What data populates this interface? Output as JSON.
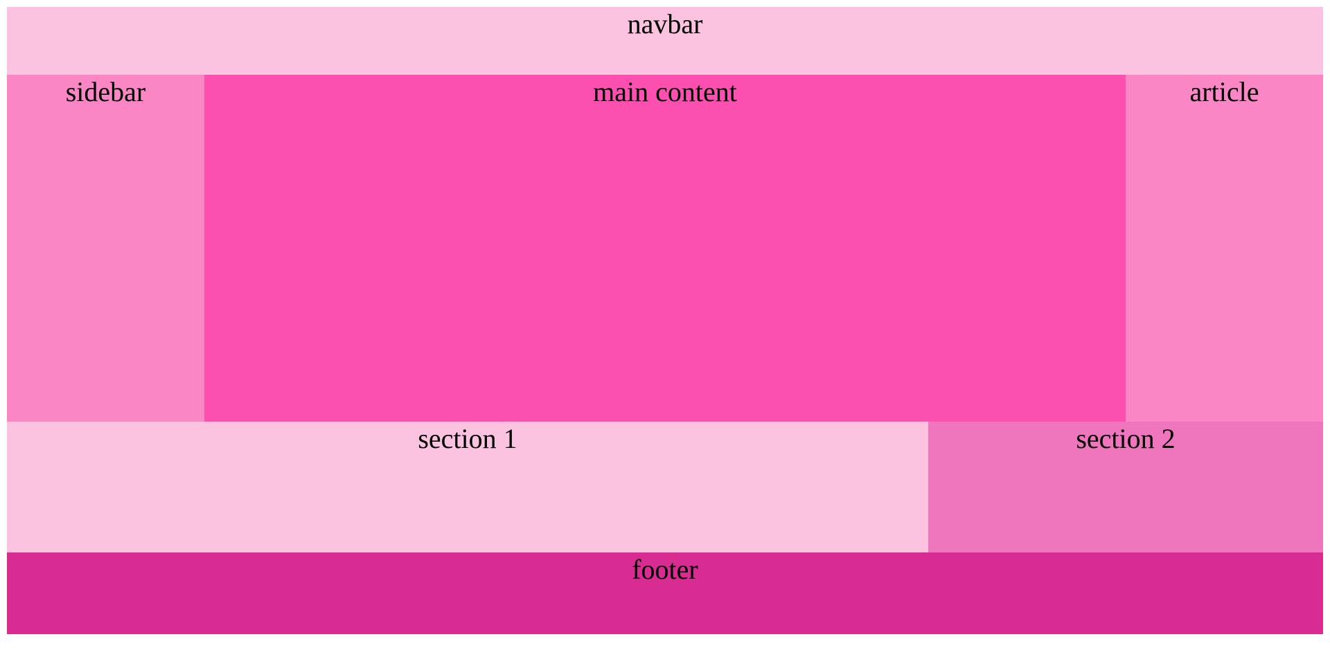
{
  "page": {
    "navbar": {
      "label": "navbar"
    },
    "sidebar": {
      "label": "sidebar"
    },
    "main_content": {
      "label": "main content"
    },
    "article": {
      "label": "article"
    },
    "section_1": {
      "label": "section 1"
    },
    "section_2": {
      "label": "section 2"
    },
    "footer": {
      "label": "footer"
    }
  },
  "colors": {
    "page-bg": "#ffffff",
    "text": "#000000",
    "navbar-bg": "#fcc3e0",
    "sidebar-bg": "#fa86c6",
    "main-bg": "#fb50b0",
    "article-bg": "#fa86c6",
    "section1-bg": "#fcc3e0",
    "section2-bg": "#ef75bd",
    "footer-bg": "#d82c92"
  }
}
